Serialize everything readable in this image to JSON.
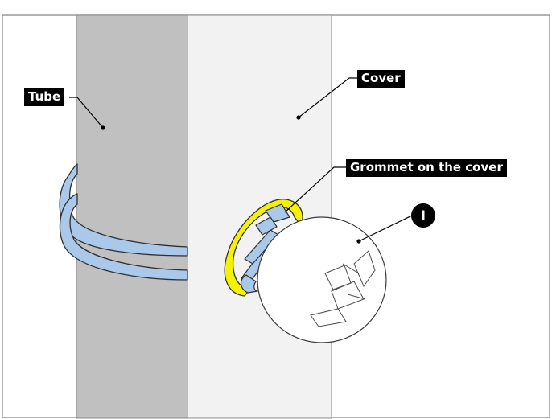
{
  "labels": {
    "tube": "Tube",
    "cover": "Cover",
    "grommet": "Grommet on the cover",
    "badge": "I"
  },
  "colors": {
    "tube_fill": "#c0c0c0",
    "cover_fill": "#f2f2f2",
    "cable_fill": "#a9c8ea",
    "grommet_fill": "#f5f200",
    "ball_fill": "#ffffff",
    "label_bg": "#000000",
    "label_text": "#ffffff"
  }
}
